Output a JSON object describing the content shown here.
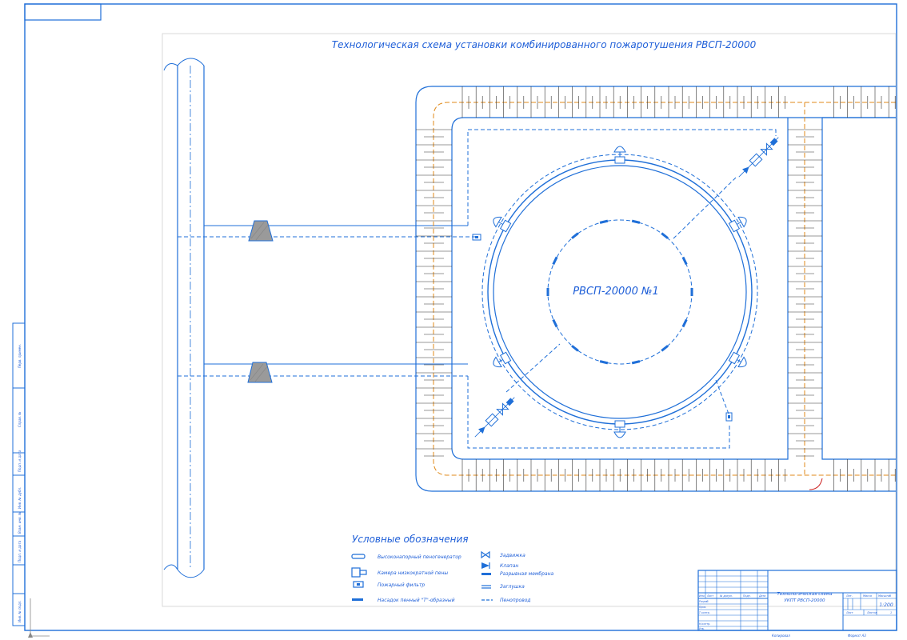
{
  "title": "Технологическая схема установки комбинированного пожаротушения РВСП-20000",
  "tank_label": "РВСП-20000 №1",
  "legend": {
    "title": "Условные обозначения",
    "left_items": [
      {
        "icon": "foam-generator-icon",
        "label": "Высоконапорный пеногенератор"
      },
      {
        "icon": "foam-chamber-icon",
        "label": "Камера низкократной пены"
      },
      {
        "icon": "filter-icon",
        "label": "Пожарный фильтр"
      },
      {
        "icon": "nozzle-icon",
        "label": "Насадок пенный \"Т\"-образный"
      }
    ],
    "right_items": [
      {
        "icon": "gate-valve-icon",
        "label": "Задвижка"
      },
      {
        "icon": "check-valve-icon",
        "label": "Клапан"
      },
      {
        "icon": "burst-membrane-icon",
        "label": "Разрывная мембрана"
      },
      {
        "icon": "plug-icon",
        "label": "Заглушка"
      },
      {
        "icon": "foam-pipe-icon",
        "label": "Пенопровод"
      }
    ]
  },
  "title_block": {
    "doc_title_line1": "Технологическая схема",
    "doc_title_line2": "УКПТ РВСП-20000",
    "scale": "1:200",
    "col_headers": [
      "Лит.",
      "Масса",
      "Масштаб"
    ],
    "sheet_label": "Лист",
    "sheets_label": "Листов",
    "sheets_value": "1",
    "row_labels": [
      "Изм.",
      "Лист",
      "№ докум.",
      "Подп.",
      "Дата"
    ],
    "role_labels": [
      "Разраб.",
      "Пров.",
      "Т.контр.",
      "",
      "Н.контр.",
      "Утв."
    ],
    "copied": "Копировал",
    "format": "Формат А3"
  },
  "side_stamp": [
    "Перв. примен.",
    "Справ. №",
    "Подп. и дата",
    "Инв. № дубл.",
    "Взам. инв. №",
    "Подп. и дата",
    "Инв. № подл."
  ]
}
